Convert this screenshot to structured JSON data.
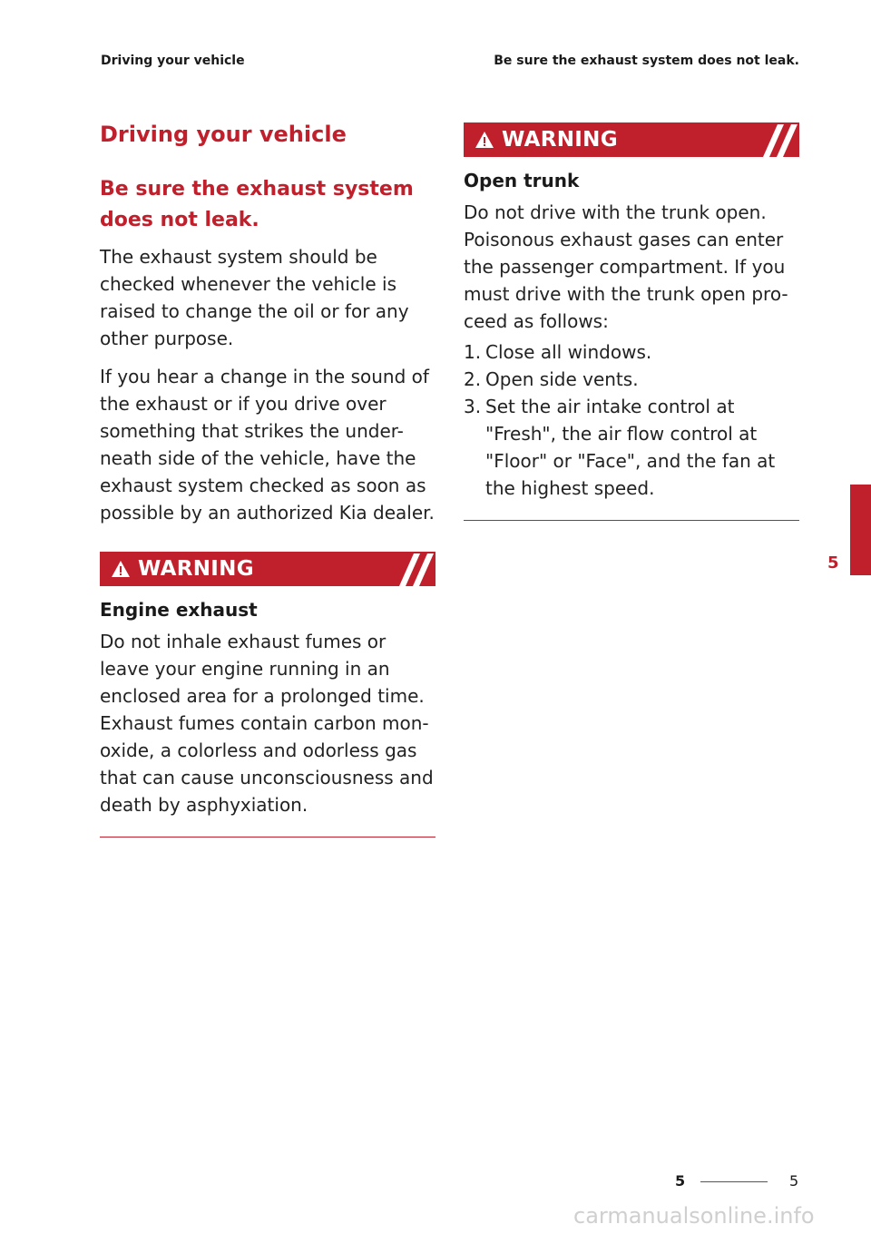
{
  "header": {
    "left": "Driving your vehicle",
    "right": "Be sure the exhaust system does not leak."
  },
  "left_column": {
    "title": "Driving your vehicle",
    "subtitle": "Be sure the exhaust system does not leak.",
    "paragraphs": [
      "The exhaust system should be checked whenever the vehicle is raised to change the oil or for any other purpose.",
      "If you hear a change in the sound of the exhaust or if you drive over something that strikes the under- neath side of the vehicle, have the exhaust system checked as soon as possible by an authorized Kia dealer."
    ],
    "warning": {
      "label": "WARNING",
      "heading": "Engine exhaust",
      "text": "Do not inhale exhaust fumes or leave your engine running in an enclosed area for a prolonged time. Exhaust fumes contain carbon mon- oxide, a colorless and odorless gas that can cause unconsciousness and death by asphyxiation."
    }
  },
  "right_column": {
    "warning": {
      "label": "WARNING",
      "heading": "Open trunk",
      "text": "Do not drive with the trunk open. Poisonous exhaust gases can enter the passenger compartment. If you must drive with the trunk open pro- ceed as follows:",
      "steps": [
        {
          "num": "1.",
          "text": "Close all windows."
        },
        {
          "num": "2.",
          "text": "Open side vents."
        },
        {
          "num": "3.",
          "text": "Set the air intake control at \"Fresh\", the air flow control at \"Floor\" or \"Face\", and the fan at the highest speed."
        }
      ]
    }
  },
  "side_tab": {
    "chapter": "5"
  },
  "footer": {
    "left": "5",
    "right": "5"
  },
  "watermark": "carmanualsonline.info",
  "colors": {
    "accent": "#c0202c"
  }
}
